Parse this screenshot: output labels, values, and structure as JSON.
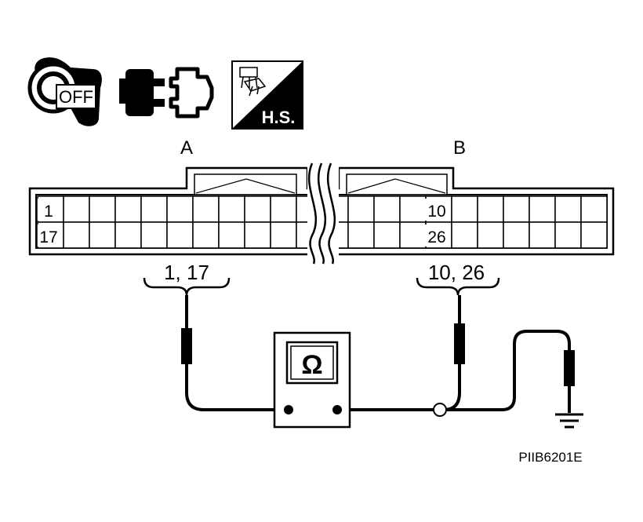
{
  "icons": {
    "key_label": "OFF",
    "hs_label": "H.S."
  },
  "connectors": {
    "a_label": "A",
    "b_label": "B",
    "pin_1": "1",
    "pin_17": "17",
    "pin_10": "10",
    "pin_26": "26"
  },
  "probes": {
    "left_label": "1, 17",
    "right_label": "10, 26"
  },
  "meter": {
    "symbol": "Ω"
  },
  "figure_id": "PIIB6201E"
}
